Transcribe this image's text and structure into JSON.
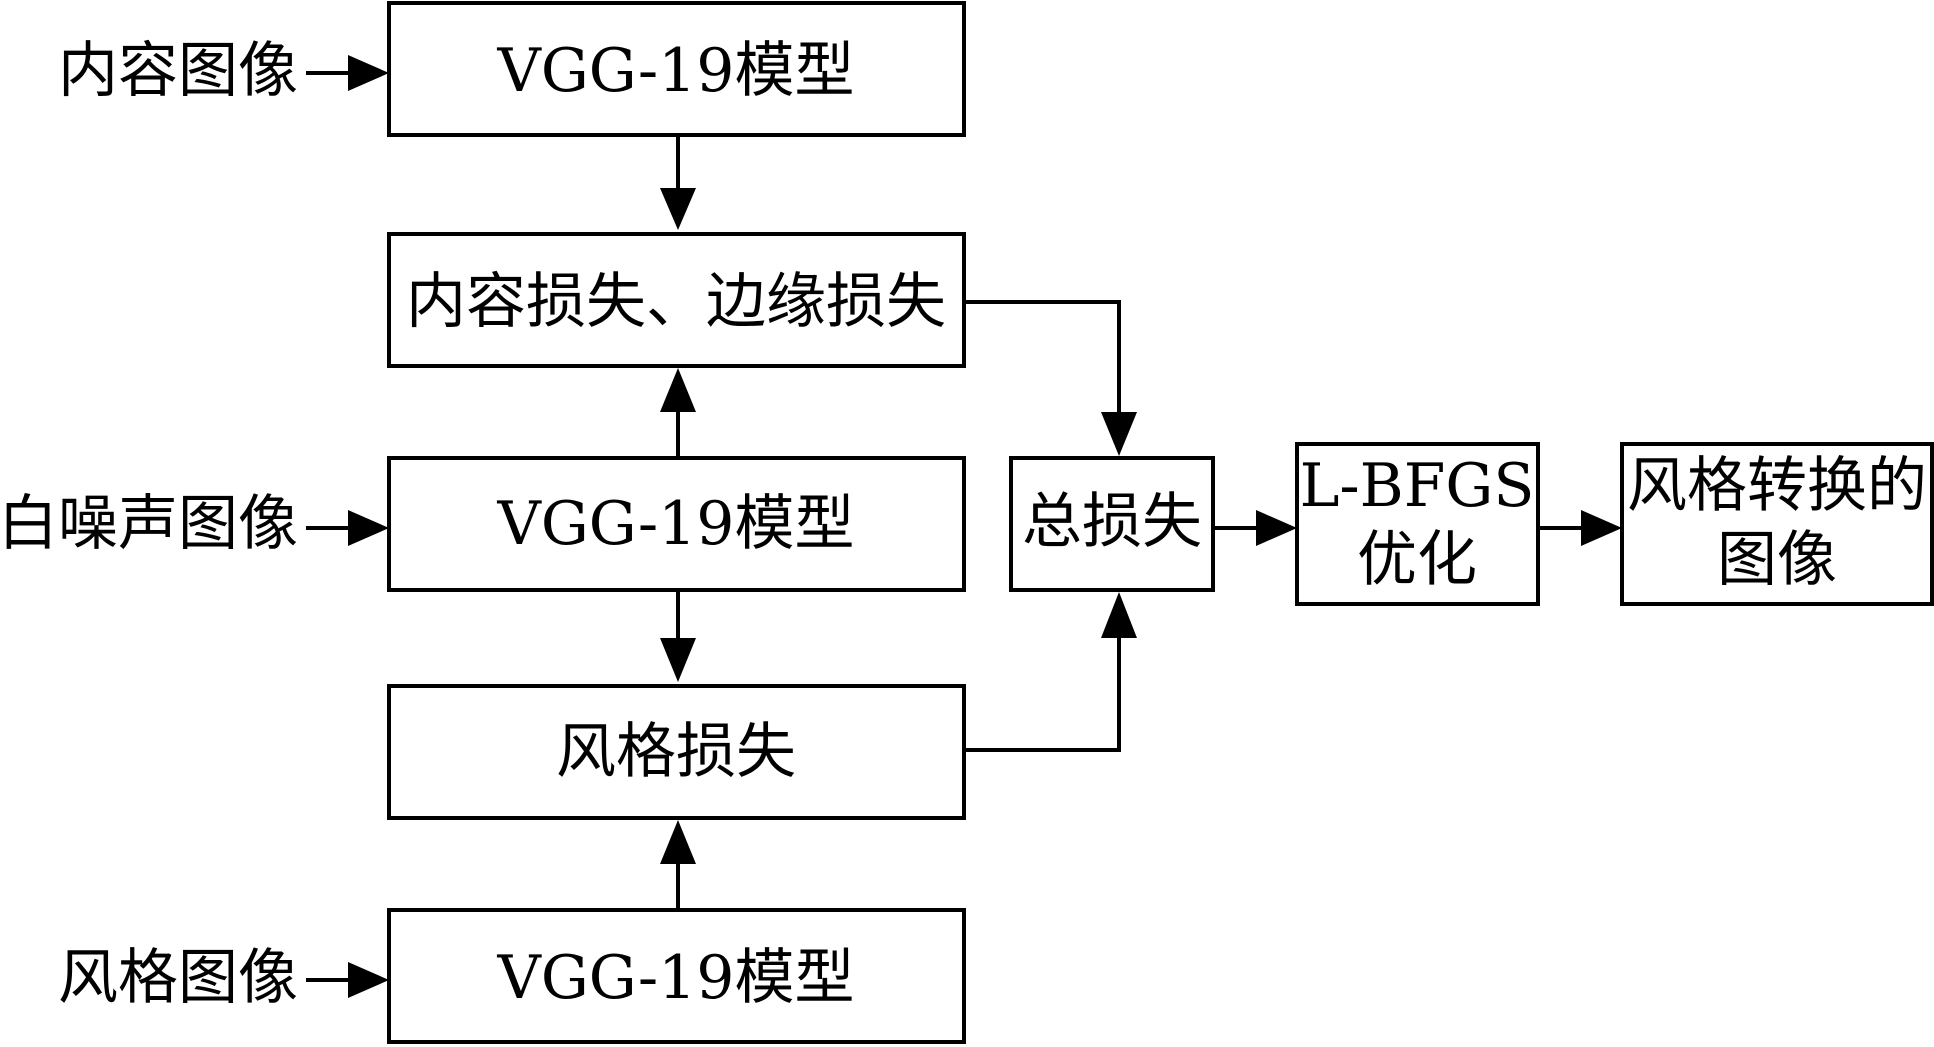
{
  "inputs": {
    "content_image": "内容图像",
    "noise_image": "白噪声图像",
    "style_image": "风格图像"
  },
  "boxes": {
    "vgg_content": "VGG-19模型",
    "content_edge_loss": "内容损失、边缘损失",
    "vgg_noise": "VGG-19模型",
    "style_loss": "风格损失",
    "vgg_style": "VGG-19模型",
    "total_loss": "总损失",
    "lbfgs_line1": "L-BFGS",
    "lbfgs_line2": "优化",
    "output_line1": "风格转换的",
    "output_line2": "图像"
  }
}
